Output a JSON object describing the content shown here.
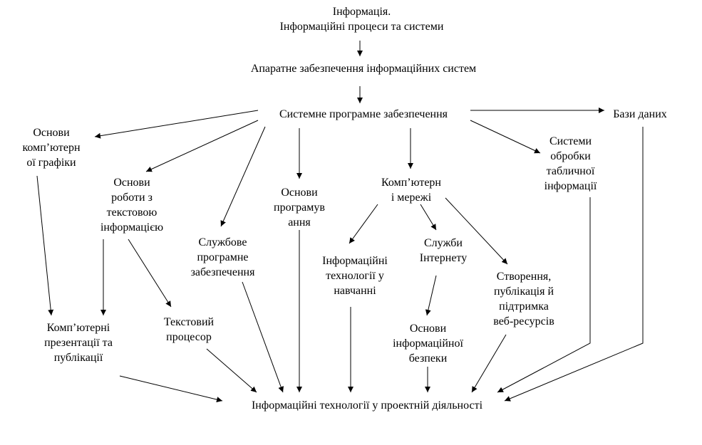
{
  "nodes": {
    "informatics": [
      "Інформація.",
      "Інформаційні процеси та системи"
    ],
    "hardware": [
      "Апаратне забезпечення інформаційних систем"
    ],
    "system_software": [
      "Системне програмне забезпечення"
    ],
    "databases": [
      "Бази даних"
    ],
    "computer_graphics": [
      "Основи",
      "комп’ютерн",
      "ої графіки"
    ],
    "text_info": [
      "Основи",
      "роботи з",
      "текстовою",
      "інформацією"
    ],
    "utility_software": [
      "Службове",
      "програмне",
      "забезпечення"
    ],
    "programming": [
      "Основи",
      "програмув",
      "ання"
    ],
    "networks": [
      "Комп’ютерн",
      "і мережі"
    ],
    "spreadsheets": [
      "Системи",
      "обробки",
      "табличної",
      "інформації"
    ],
    "it_learning": [
      "Інформаційні",
      "технології у",
      "навчанні"
    ],
    "internet_services": [
      "Служби",
      "Інтернету"
    ],
    "web_resources": [
      "Створення,",
      "публікація й",
      "підтримка",
      "веб-ресурсів"
    ],
    "presentations": [
      "Комп’ютерні",
      "презентації та",
      "публікації"
    ],
    "text_processor": [
      "Текстовий",
      "процесор"
    ],
    "info_security": [
      "Основи",
      "інформаційної",
      "безпеки"
    ],
    "project_it": [
      "Інформаційні технології у проектній діяльності"
    ]
  },
  "colors": {
    "text": "#000000",
    "lines": "#000000",
    "background": "#ffffff"
  }
}
